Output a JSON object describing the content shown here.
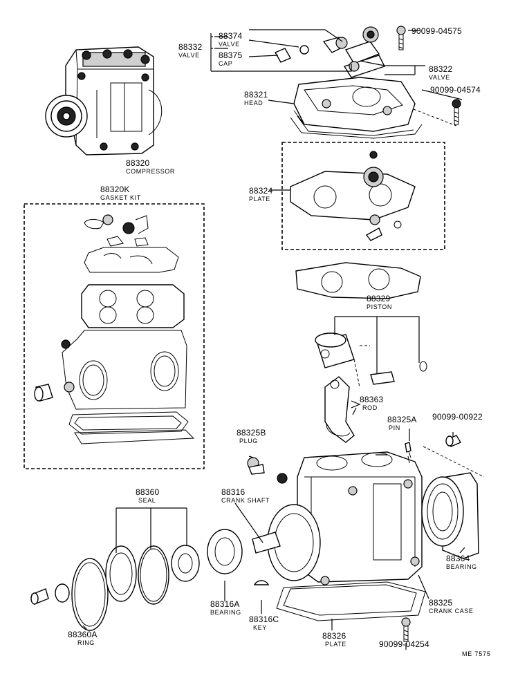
{
  "labels": {
    "compressor": {
      "part": "88320",
      "name": "COMPRESSOR"
    },
    "gasket_kit": {
      "part": "88320K",
      "name": "GASKET KIT"
    },
    "valve_88332": {
      "part": "88332",
      "name": "VALVE"
    },
    "valve_88374": {
      "part": "88374",
      "name": "VALVE"
    },
    "cap": {
      "part": "88375",
      "name": "CAP"
    },
    "bolt_04575": {
      "part": "90099-04575"
    },
    "valve_88322": {
      "part": "88322",
      "name": "VALVE"
    },
    "bolt_04574": {
      "part": "90099-04574"
    },
    "head": {
      "part": "88321",
      "name": "HEAD"
    },
    "plate_88324": {
      "part": "88324",
      "name": "PLATE"
    },
    "piston": {
      "part": "88329",
      "name": "PISTON"
    },
    "rod": {
      "part": "88363",
      "name": "ROD"
    },
    "plug": {
      "part": "88325B",
      "name": "PLUG"
    },
    "pin": {
      "part": "88325A",
      "name": "PIN"
    },
    "bolt_00922": {
      "part": "90099-00922"
    },
    "seal": {
      "part": "88360",
      "name": "SEAL"
    },
    "crank_shaft": {
      "part": "88316",
      "name": "CRANK SHAFT"
    },
    "bearing_88364": {
      "part": "88364",
      "name": "BEARING"
    },
    "bearing_88316A": {
      "part": "88316A",
      "name": "BEARING"
    },
    "crank_case": {
      "part": "88325",
      "name": "CRANK CASE"
    },
    "ring": {
      "part": "88360A",
      "name": "RING"
    },
    "key": {
      "part": "88316C",
      "name": "KEY"
    },
    "plate_88326": {
      "part": "88326",
      "name": "PLATE"
    },
    "bolt_04254": {
      "part": "90099-04254"
    }
  },
  "reference": "ME 7575"
}
